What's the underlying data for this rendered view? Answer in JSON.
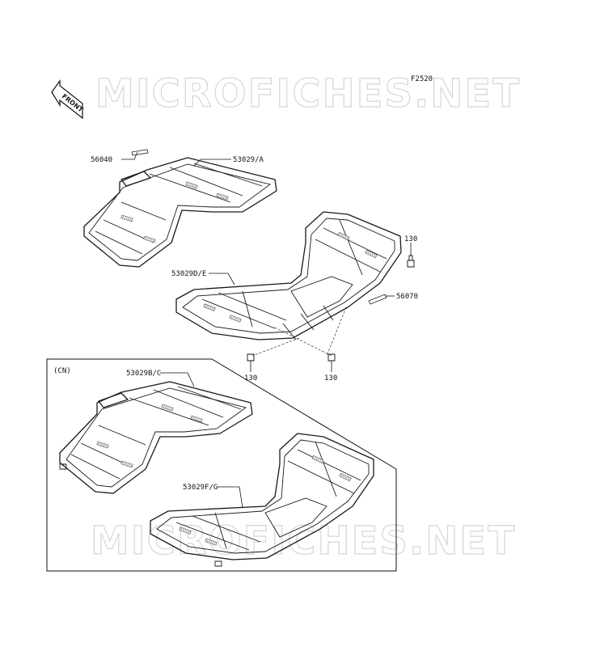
{
  "watermark": {
    "text": "MICROFICHES.NET"
  },
  "figure_code": "F2520",
  "front_arrow": {
    "text": "FRONT"
  },
  "variant_box": {
    "label": "(CN)"
  },
  "part_labels": {
    "p56040": "56040",
    "p53029a": "53029/A",
    "p130_right": "130",
    "p53029de": "53029D/E",
    "p56070": "56070",
    "p130_left": "130",
    "p130_mid": "130",
    "p53029bc": "53029B/C",
    "p53029fg": "53029F/G"
  }
}
